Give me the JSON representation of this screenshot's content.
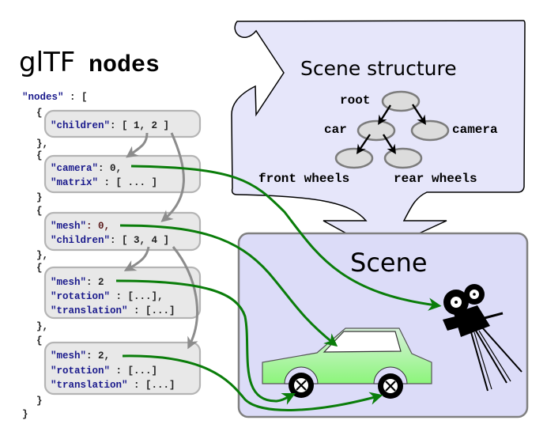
{
  "title": {
    "prefix": "glTF",
    "code_word": "nodes"
  },
  "code": {
    "open_line": "\"nodes\" : [",
    "open_key": "\"nodes\"",
    "open_rest": " : [",
    "brace_open": "{",
    "brace_close_comma": "},",
    "brace_close": "}",
    "array_close": "}",
    "nodes": [
      {
        "index": 0,
        "lines": [
          {
            "key": "\"children\"",
            "rest": ": [ 1, 2 ]"
          }
        ],
        "close": "},"
      },
      {
        "index": 1,
        "lines": [
          {
            "key": "\"camera\"",
            "rest": ": 0,"
          },
          {
            "key": "\"matrix\"",
            "rest": " : [ ... ]"
          }
        ],
        "close": "}"
      },
      {
        "index": 2,
        "lines": [
          {
            "key": "\"mesh\"",
            "rest": ": 0,"
          },
          {
            "key": "\"children\"",
            "rest": ": [ 3, 4 ]"
          }
        ],
        "close": "},"
      },
      {
        "index": 3,
        "lines": [
          {
            "key": "\"mesh\"",
            "rest": ": 2"
          },
          {
            "key": "\"rotation\"",
            "rest": " : [...],"
          },
          {
            "key": "\"translation\"",
            "rest": " : [...]"
          }
        ],
        "close": "},"
      },
      {
        "index": 4,
        "lines": [
          {
            "key": "\"mesh\"",
            "rest": ": 2,"
          },
          {
            "key": "\"rotation\"",
            "rest": " : [...]"
          },
          {
            "key": "\"translation\"",
            "rest": " : [...]"
          }
        ],
        "close": "}"
      }
    ]
  },
  "scene_structure": {
    "title": "Scene structure",
    "labels": {
      "root": "root",
      "car": "car",
      "camera": "camera",
      "front_wheels": "front wheels",
      "rear_wheels": "rear wheels"
    }
  },
  "scene": {
    "title": "Scene",
    "objects": [
      "car",
      "camera"
    ]
  },
  "colors": {
    "key_text": "#1a1a8c",
    "code_box_fill": "#e8e8e8",
    "code_box_stroke": "#b4b4b4",
    "child_arrow": "#8c8c8c",
    "reference_arrow": "#0a7d0a",
    "callout_fill": "#e6e6fa",
    "scene_fill": "#dcdcf8",
    "scene_stroke": "#808080",
    "car_body_top": "#d2f0d2",
    "car_body_bottom": "#8cf57a",
    "tree_node_fill": "#dcdcdc"
  }
}
